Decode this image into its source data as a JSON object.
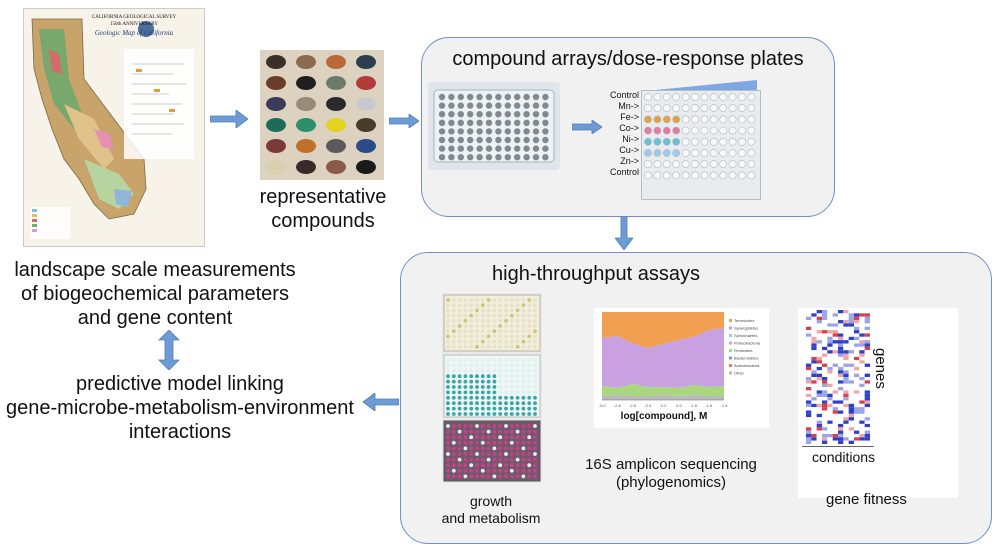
{
  "map": {
    "title_line1": "CALIFORNIA GEOLOGICAL SURVEY",
    "title_line2": "150th ANNIVERSARY",
    "title_line3": "Geologic Map of California"
  },
  "labels": {
    "landscape": [
      "landscape scale measurements",
      "of biogeochemical parameters",
      "and gene content"
    ],
    "compounds": [
      "representative",
      "compounds"
    ],
    "predictive": [
      "predictive model linking",
      "gene-microbe-metabolism-environment",
      "interactions"
    ]
  },
  "top_panel": {
    "title": "compound arrays/dose-response plates",
    "plate_rows": [
      "Control",
      "Mn->",
      "Fe->",
      "Co->",
      "Ni->",
      "Cu->",
      "Zn->",
      "Control"
    ]
  },
  "bottom_panel": {
    "title": "high-throughput assays",
    "growth_label": [
      "growth",
      "and metabolism"
    ],
    "sequencing_label": [
      "16S amplicon sequencing",
      "(phylogenomics)"
    ],
    "fitness_label": "gene fitness",
    "genes_label": "genes",
    "conditions_label": "conditions",
    "area_chart": {
      "xlabel": "log[compound], M",
      "legend": [
        "Tenericutes",
        "Synergistetes",
        "Spirochaetes",
        "Proteobacteria",
        "Firmicutes",
        "Bacteroidetes",
        "Actinobacteria",
        "Other"
      ],
      "legend_colors": [
        "#f0a050",
        "#c99be0",
        "#8fd2e0",
        "#c9a0e0",
        "#a8d77e",
        "#6f9fe0",
        "#e57a6d",
        "#bbbbbb"
      ],
      "ticks": [
        "-3.0",
        "-2.8",
        "-2.6",
        "-2.4",
        "-2.2",
        "-2.0",
        "-1.8",
        "-1.6",
        "-1.4"
      ]
    }
  }
}
